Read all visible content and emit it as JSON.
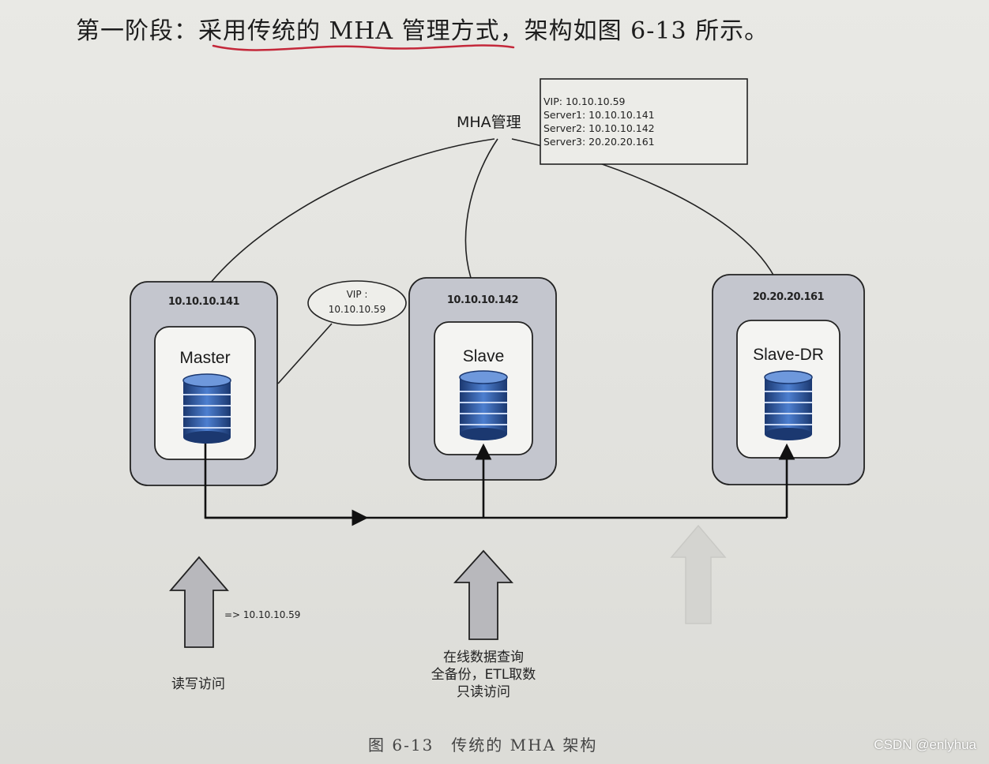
{
  "heading": "第一阶段：采用传统的 MHA 管理方式，架构如图 6-13 所示。",
  "mha_label": "MHA管理",
  "info_box": [
    "VIP: 10.10.10.59",
    "Server1: 10.10.10.141",
    "Server2: 10.10.10.142",
    "Server3: 20.20.20.161"
  ],
  "vip_bubble": {
    "line1": "VIP :",
    "line2": "10.10.10.59"
  },
  "nodes": [
    {
      "ip": "10.10.10.141",
      "role": "Master"
    },
    {
      "ip": "10.10.10.142",
      "role": "Slave"
    },
    {
      "ip": "20.20.20.161",
      "role": "Slave-DR"
    }
  ],
  "access_left": {
    "arrow_note": "=> 10.10.10.59",
    "label": "读写访问"
  },
  "access_mid": {
    "line1": "在线数据查询",
    "line2": "全备份，ETL取数",
    "line3": "只读访问"
  },
  "caption": "图 6-13　传统的 MHA 架构",
  "watermark": "CSDN @enlyhua",
  "colors": {
    "db_blue": "#2f5fb0",
    "db_dark": "#1b3870",
    "server_outer": "#c4c6ce",
    "arrow_gray": "#b8b8bc",
    "underline_red": "#c4283a"
  }
}
